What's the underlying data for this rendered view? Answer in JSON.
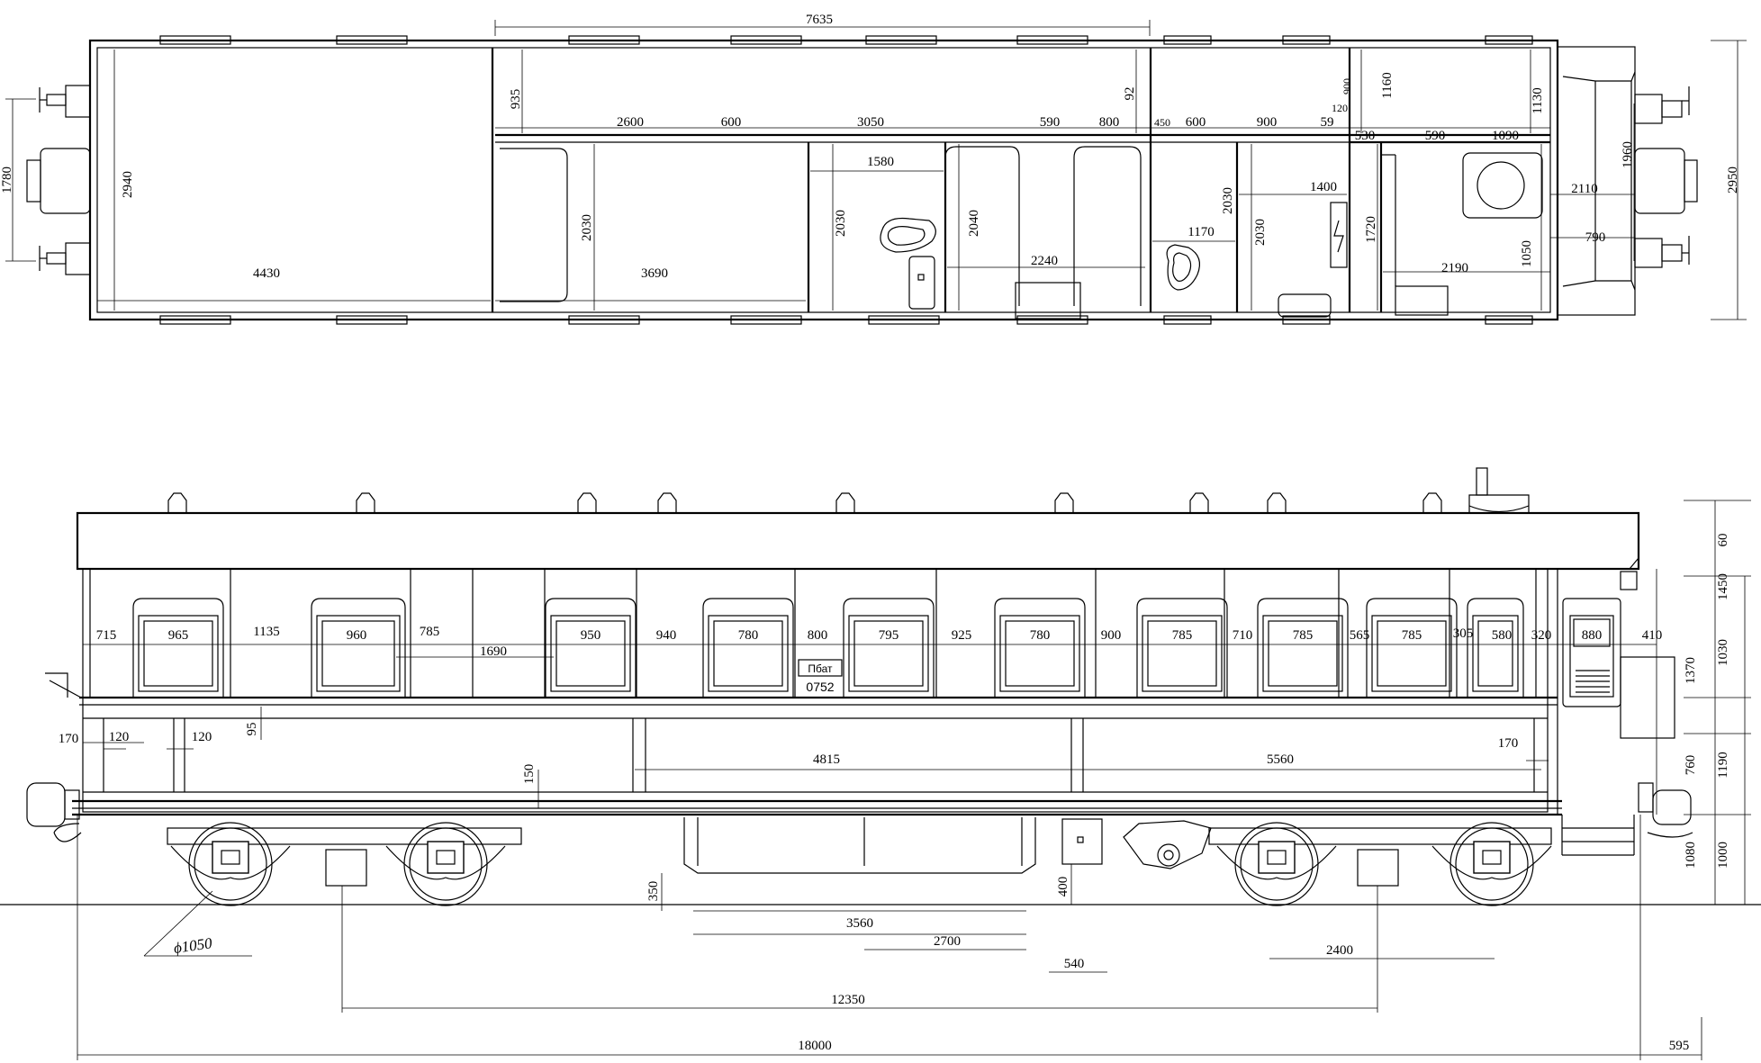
{
  "plan": {
    "dims": [
      "7635",
      "935",
      "92",
      "900",
      "1160",
      "1130",
      "2600",
      "600",
      "3050",
      "590",
      "800",
      "450",
      "600",
      "900",
      "59",
      "120",
      "530",
      "590",
      "1090",
      "1580",
      "1960",
      "2950",
      "1780",
      "2940",
      "2030",
      "2030",
      "2040",
      "2030",
      "2030",
      "1720",
      "1400",
      "1170",
      "2110",
      "790",
      "2240",
      "2190",
      "1050",
      "4430",
      "3690"
    ]
  },
  "elevation": {
    "window_dims": [
      "715",
      "965",
      "1135",
      "960",
      "785",
      "1690",
      "950",
      "940",
      "780",
      "800",
      "795",
      "925",
      "780",
      "900",
      "785",
      "710",
      "785",
      "565",
      "785",
      "305",
      "580",
      "320",
      "880",
      "410"
    ],
    "plate_label": "Пбат",
    "plate_number": "0752",
    "lower_dims": [
      "170",
      "120",
      "120",
      "95",
      "150",
      "4815",
      "5560",
      "170"
    ],
    "right_dims": [
      "60",
      "1450",
      "1030",
      "1370",
      "760",
      "1190",
      "1080",
      "1000"
    ],
    "under_dims": [
      "350",
      "400",
      "3560",
      "2700",
      "540",
      "2400",
      "12350"
    ],
    "wheel_diameter": "ϕ1050",
    "overall_length": "18000",
    "end_overhang": "595"
  }
}
